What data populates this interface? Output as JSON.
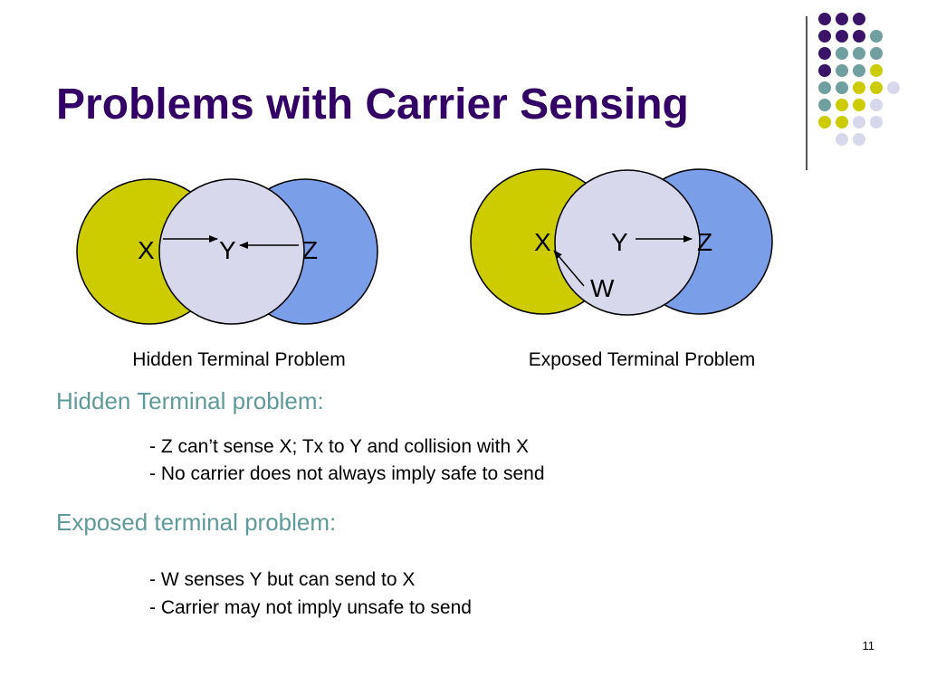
{
  "slide": {
    "title": "Problems with Carrier Sensing",
    "page_number": "11"
  },
  "colors": {
    "title": "#330066",
    "heading": "#5f9a9a",
    "yellow": "#cccc00",
    "blue": "#7b9ee8",
    "lavender": "#d8d8ec",
    "teal": "#6f9f9f",
    "purple": "#3a1466",
    "circle_stroke": "#000000"
  },
  "decoration": {
    "dot_rows": [
      [
        "purple",
        "purple",
        "purple"
      ],
      [
        "purple",
        "purple",
        "purple",
        "teal"
      ],
      [
        "purple",
        "teal",
        "teal",
        "teal"
      ],
      [
        "purple",
        "teal",
        "teal",
        "yellow"
      ],
      [
        "teal",
        "teal",
        "yellow",
        "yellow",
        "lavender"
      ],
      [
        "teal",
        "yellow",
        "yellow",
        "lavender"
      ],
      [
        "yellow",
        "yellow",
        "lavender",
        "lavender"
      ],
      [
        "lavender",
        "lavender"
      ]
    ]
  },
  "diagrams": {
    "hidden": {
      "caption": "Hidden Terminal Problem",
      "labels": {
        "x": "X",
        "y": "Y",
        "z": "Z"
      }
    },
    "exposed": {
      "caption": "Exposed Terminal Problem",
      "labels": {
        "x": "X",
        "y": "Y",
        "z": "Z",
        "w": "W"
      }
    }
  },
  "sections": [
    {
      "heading": "Hidden Terminal problem:",
      "bullets": [
        "- Z can’t sense X; Tx to Y and collision with X",
        "- No carrier does not always imply safe to send"
      ]
    },
    {
      "heading": "Exposed terminal problem:",
      "bullets": [
        "- W senses Y but can send to X",
        "- Carrier may not imply unsafe to send"
      ]
    }
  ]
}
